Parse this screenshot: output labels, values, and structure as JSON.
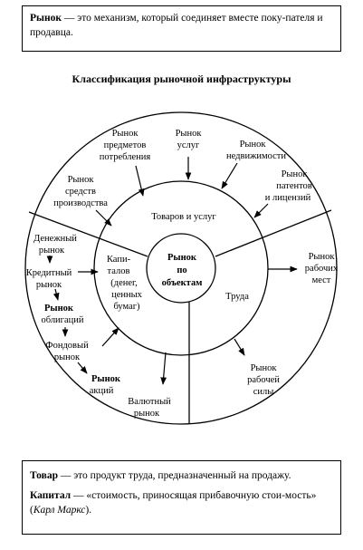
{
  "definitions_top": {
    "term": "Рынок",
    "text": " — это механизм, который соединяет  вместе поку-пателя и продавца."
  },
  "diagram": {
    "title": "Классификация рыночной инфраструктуры",
    "center": [
      "Рынок",
      "по",
      "объектам"
    ],
    "middle_sectors": {
      "goods": "Товаров и услуг",
      "capital": [
        "Капи-",
        "талов",
        "(денег,",
        "ценных",
        "бумаг)"
      ],
      "labor": "Труда"
    },
    "outer_goods": [
      [
        "Рынок",
        "средств",
        "производства"
      ],
      [
        "Рынок",
        "предметов",
        "потребления"
      ],
      [
        "Рынок",
        "услуг"
      ],
      [
        "Рынок",
        "недвижимости"
      ],
      [
        "Рынок",
        "патентов",
        "и лицензий"
      ]
    ],
    "outer_capital": [
      [
        "Денежный",
        "рынок"
      ],
      [
        "Кредитный",
        "рынок"
      ],
      [
        "Рынок",
        "облигаций"
      ],
      [
        "Фондовый",
        "рынок"
      ],
      [
        "Рынок",
        "акций"
      ],
      [
        "Валютный",
        "рынок"
      ]
    ],
    "outer_labor": [
      [
        "Рынок",
        "рабочих",
        "мест"
      ],
      [
        "Рынок",
        "рабочей",
        "силы"
      ]
    ]
  },
  "definitions_bottom": {
    "tovar_term": "Товар",
    "tovar_text": " — это продукт труда, предназначенный  на продажу.",
    "capital_term": "Капитал",
    "capital_text": " — «стоимость, приносящая прибавочную стои-мость» (",
    "capital_author": "Карл Маркс",
    "capital_end": ")."
  }
}
